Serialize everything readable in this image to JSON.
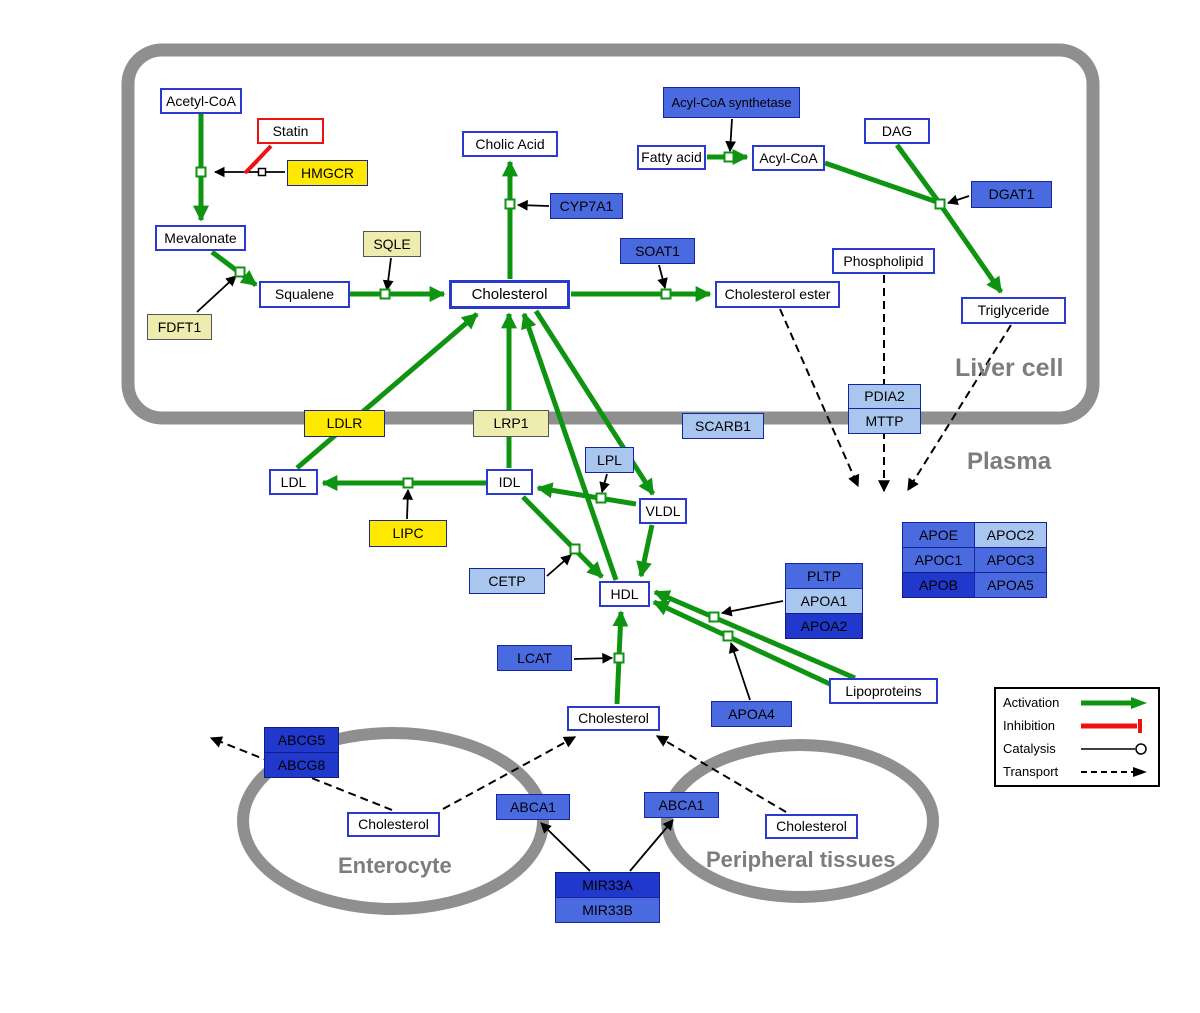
{
  "compartments": {
    "liver": "Liver cell",
    "plasma": "Plasma",
    "enterocyte": "Enterocyte",
    "peripheral": "Peripheral tissues"
  },
  "nodes": {
    "acetyl_coa": "Acetyl-CoA",
    "statin": "Statin",
    "hmgcr": "HMGCR",
    "mevalonate": "Mevalonate",
    "sqle": "SQLE",
    "fdft1": "FDFT1",
    "squalene": "Squalene",
    "cholesterol_liver": "Cholesterol",
    "cholic_acid": "Cholic Acid",
    "cyp7a1": "CYP7A1",
    "soat1": "SOAT1",
    "cholesterol_ester": "Cholesterol ester",
    "acyl_coa_synthetase": "Acyl-CoA synthetase",
    "fatty_acid": "Fatty acid",
    "acyl_coa": "Acyl-CoA",
    "dag": "DAG",
    "dgat1": "DGAT1",
    "phospholipid": "Phospholipid",
    "triglyceride": "Triglyceride",
    "pdia2": "PDIA2",
    "mttp": "MTTP",
    "ldlr": "LDLR",
    "lrp1": "LRP1",
    "scarb1": "SCARB1",
    "ldl": "LDL",
    "idl": "IDL",
    "lpl": "LPL",
    "vldl": "VLDL",
    "lipc": "LIPC",
    "cetp": "CETP",
    "hdl": "HDL",
    "lcat": "LCAT",
    "pltp": "PLTP",
    "apoa1": "APOA1",
    "apoa2": "APOA2",
    "apoa4": "APOA4",
    "lipoproteins": "Lipoproteins",
    "apoe": "APOE",
    "apoc2": "APOC2",
    "apoc1": "APOC1",
    "apoc3": "APOC3",
    "apob": "APOB",
    "apoa5": "APOA5",
    "cholesterol_plasma": "Cholesterol",
    "abcg5": "ABCG5",
    "abcg8": "ABCG8",
    "cholesterol_enterocyte": "Cholesterol",
    "abca1_enterocyte": "ABCA1",
    "abca1_peripheral": "ABCA1",
    "cholesterol_peripheral": "Cholesterol",
    "mir33a": "MIR33A",
    "mir33b": "MIR33B"
  },
  "legend": {
    "activation": "Activation",
    "inhibition": "Inhibition",
    "catalysis": "Catalysis",
    "transport": "Transport"
  },
  "colors": {
    "activation_green": "#0e9410",
    "inhibition_red": "#ee1111",
    "metabolite_border": "#2a3ad0",
    "gene_blue": "#4a6ae0",
    "gene_light_blue": "#a9c6ee",
    "gene_dark_blue": "#2038cc",
    "gene_yellow": "#ffe900",
    "gene_pale_yellow": "#eeecae",
    "compartment_gray": "#8f8f8f"
  }
}
